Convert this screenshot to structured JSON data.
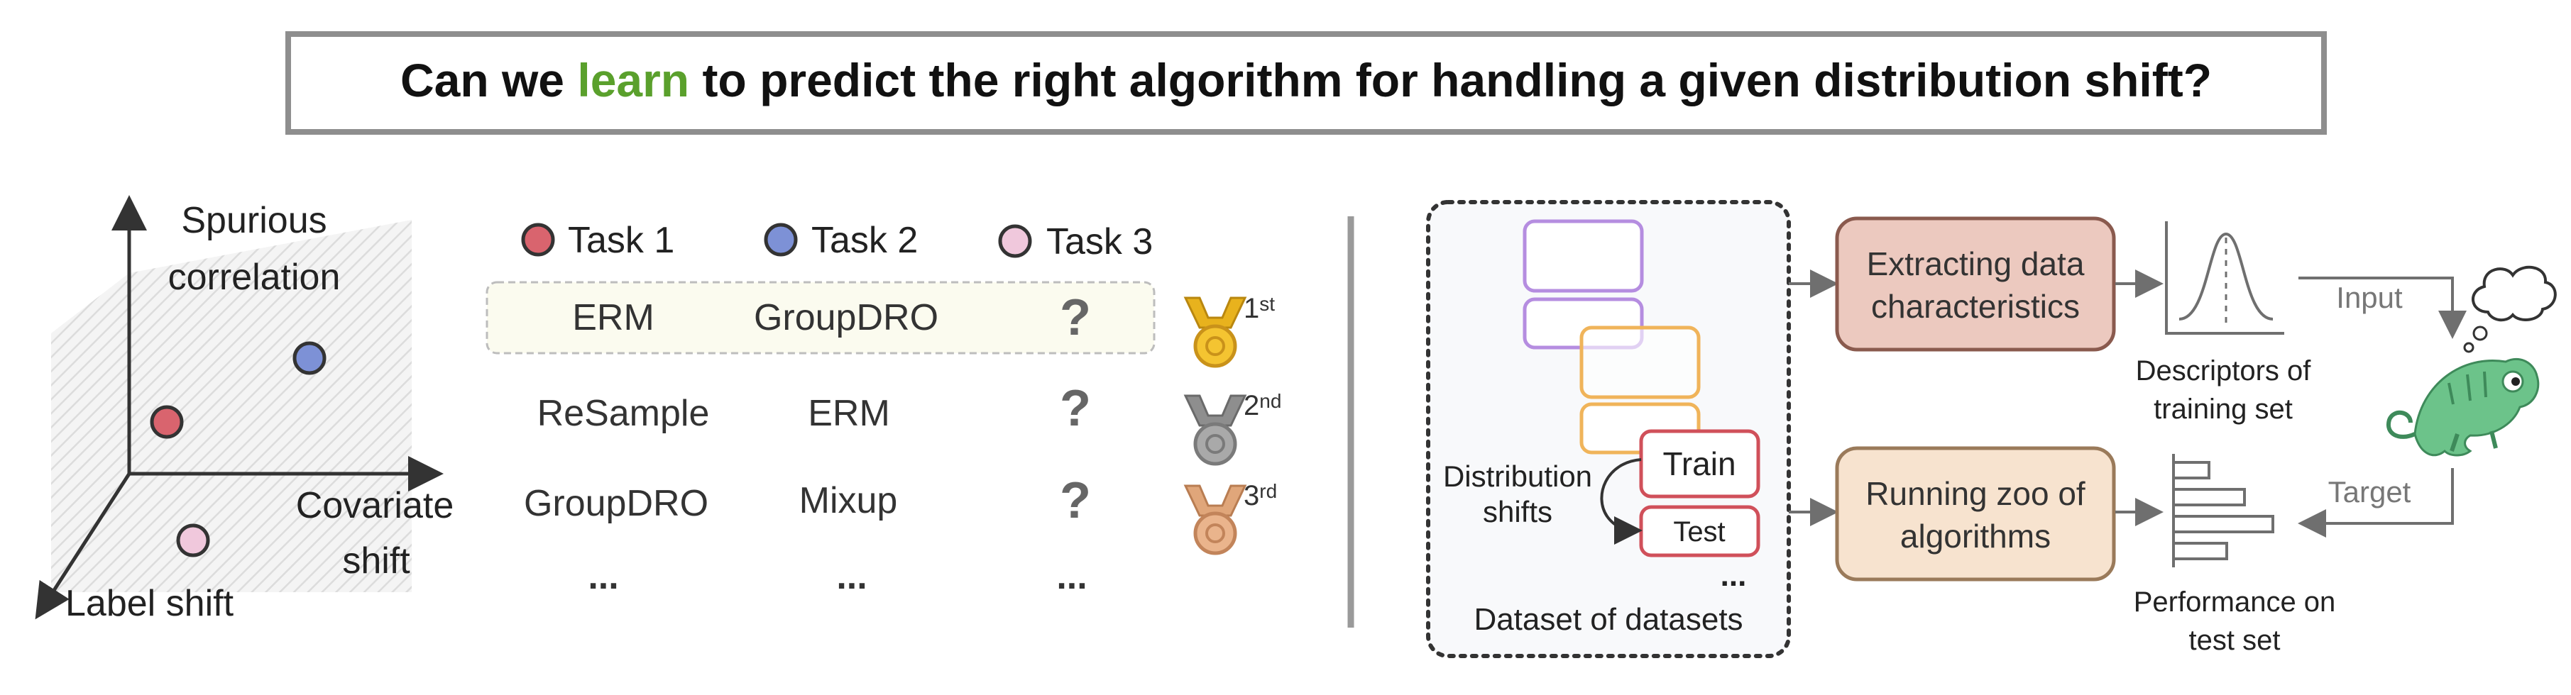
{
  "title": {
    "before": "Can we ",
    "highlight": "learn",
    "after": " to predict the right algorithm for handling a given distribution shift?",
    "highlight_color": "#5aa02c"
  },
  "axes": {
    "y_label_line1": "Spurious",
    "y_label_line2": "correlation",
    "x_label_line1": "Covariate",
    "x_label_line2": "shift",
    "z_label": "Label shift"
  },
  "tasks": [
    {
      "label": "Task 1",
      "color": "#d9646e"
    },
    {
      "label": "Task 2",
      "color": "#7d91d6"
    },
    {
      "label": "Task 3",
      "color": "#f0c8dc"
    }
  ],
  "rankings": [
    {
      "cells": [
        "ERM",
        "GroupDRO",
        "?"
      ],
      "rank": "1",
      "suffix": "st",
      "medal_color": "#e8b21d",
      "highlighted": true
    },
    {
      "cells": [
        "ReSample",
        "ERM",
        "?"
      ],
      "rank": "2",
      "suffix": "nd",
      "medal_color": "#8e8e8e",
      "highlighted": false
    },
    {
      "cells": [
        "GroupDRO",
        "Mixup",
        "?"
      ],
      "rank": "3",
      "suffix": "rd",
      "medal_color": "#e0a67a",
      "highlighted": false
    },
    {
      "cells": [
        "...",
        "...",
        "..."
      ],
      "rank": "",
      "suffix": "",
      "highlighted": false
    }
  ],
  "pipeline": {
    "dataset_of_datasets": "Dataset of datasets",
    "distribution_shifts_line1": "Distribution",
    "distribution_shifts_line2": "shifts",
    "train": "Train",
    "test": "Test",
    "more": "...",
    "extracting_line1": "Extracting data",
    "extracting_line2": "characteristics",
    "running_line1": "Running zoo of",
    "running_line2": "algorithms",
    "descriptors_line1": "Descriptors of",
    "descriptors_line2": "training set",
    "performance_line1": "Performance on",
    "performance_line2": "test set",
    "input": "Input",
    "target": "Target"
  },
  "colors": {
    "purple_box": "#b58de0",
    "orange_box": "#f0b45a",
    "red_box": "#d0505a",
    "extract_fill": "#ecc9bf",
    "extract_stroke": "#8a5a4e",
    "running_fill": "#f7e3cf",
    "running_stroke": "#9a7a5a",
    "chameleon": "#6cc38a"
  }
}
